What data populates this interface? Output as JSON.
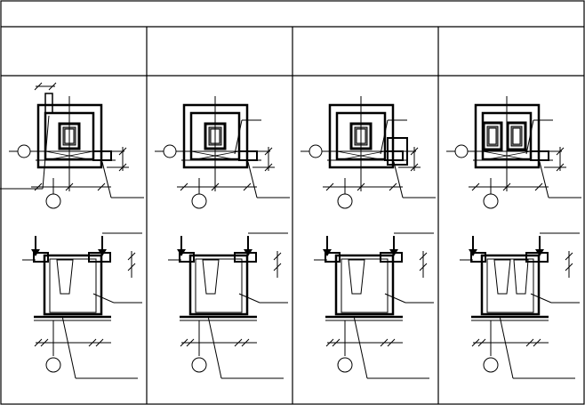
{
  "colors": {
    "line": "#000000",
    "fill": "#888888",
    "background": "#ffffff"
  },
  "columns": [
    {
      "variant": "single-window-side-duct"
    },
    {
      "variant": "single-window-center"
    },
    {
      "variant": "single-window-offset-box"
    },
    {
      "variant": "double-window"
    }
  ]
}
